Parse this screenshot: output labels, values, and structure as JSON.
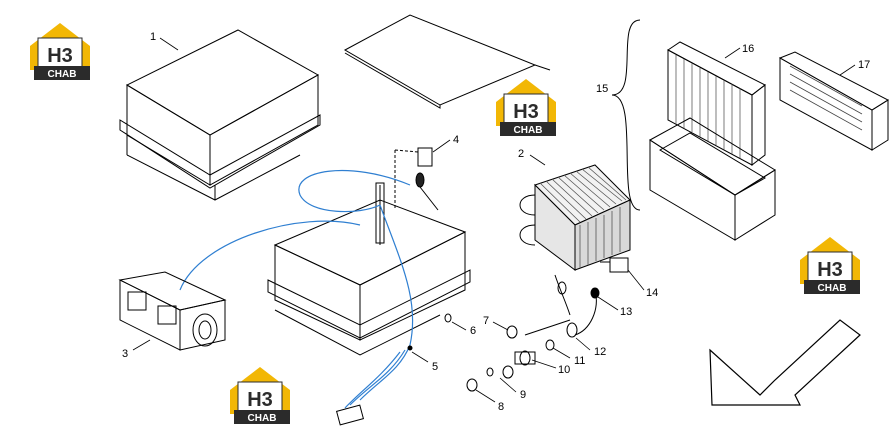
{
  "diagram": {
    "part_labels": [
      "1",
      "2",
      "3",
      "4",
      "5",
      "6",
      "7",
      "8",
      "9",
      "10",
      "11",
      "12",
      "13",
      "14",
      "15",
      "16",
      "17"
    ]
  },
  "logos": [
    {
      "letters": "H3",
      "subtitle": "CHAB"
    },
    {
      "letters": "H3",
      "subtitle": "CHAB"
    },
    {
      "letters": "H3",
      "subtitle": "CHAB"
    },
    {
      "letters": "H3",
      "subtitle": "CHAB"
    }
  ],
  "colors": {
    "logo_roof": "#f2b705",
    "logo_text_dark": "#2b2b2b",
    "line": "#000000",
    "wire": "#2f7fd1"
  },
  "icons": [
    "direction-arrow-icon"
  ]
}
